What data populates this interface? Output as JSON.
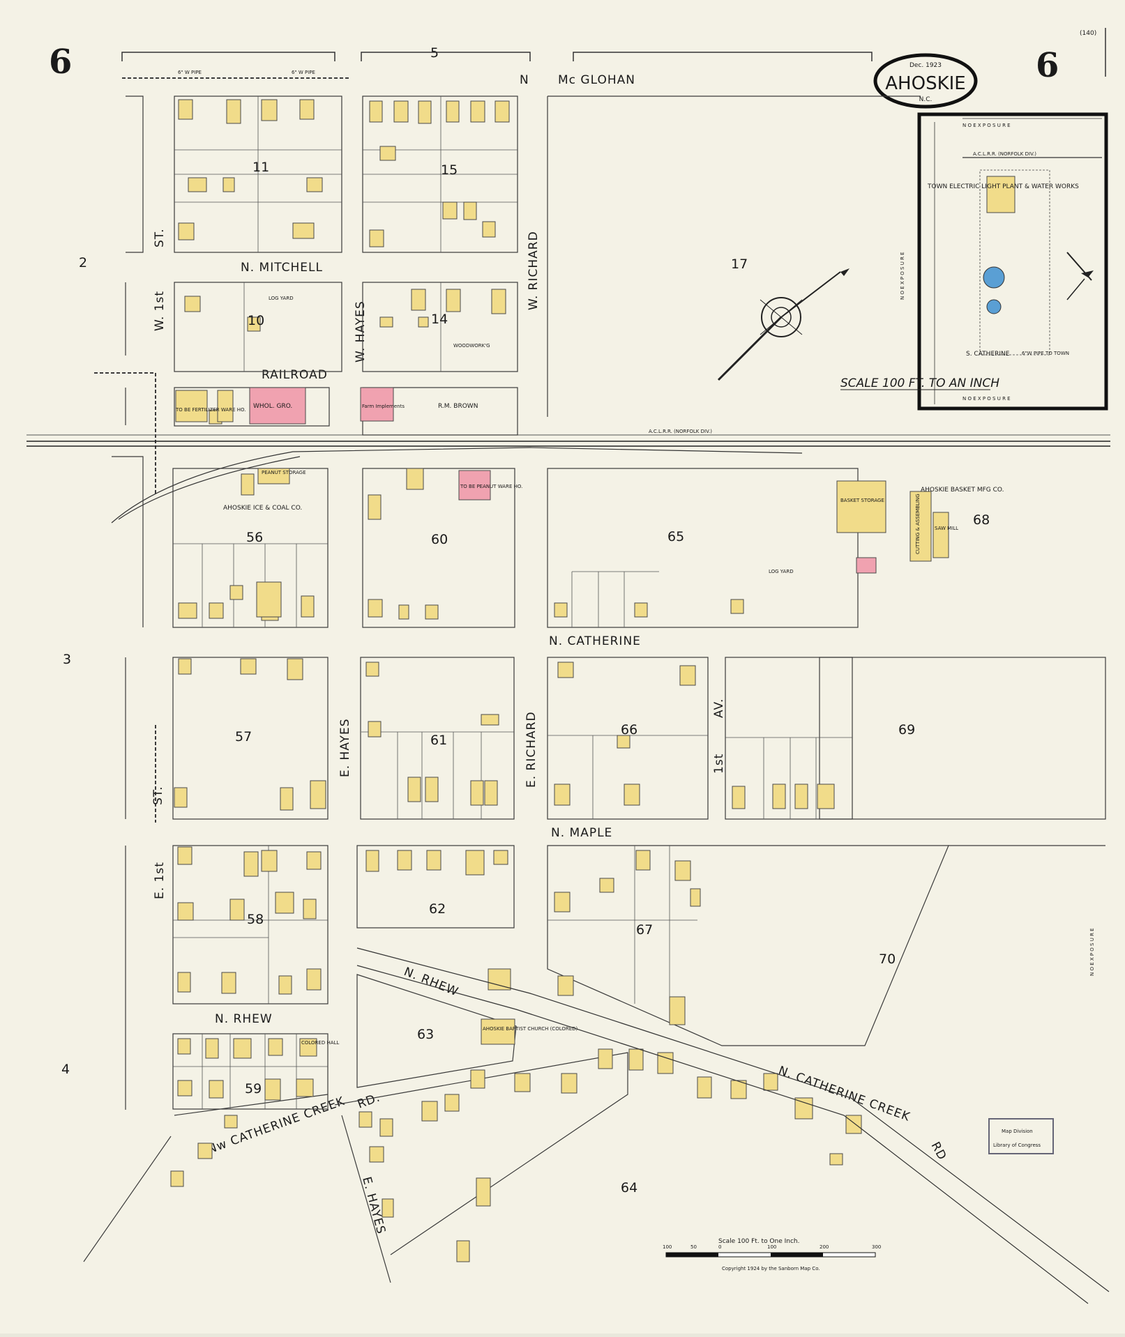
{
  "header": {
    "sheet_number_left": "6",
    "sheet_number_right": "6",
    "page_ref": "(140)",
    "date": "Dec. 1923",
    "town": "AHOSKIE",
    "state": "N.C.",
    "grid_column_5": "5",
    "north_mark": "N",
    "rows": [
      "2",
      "3",
      "4"
    ]
  },
  "streets": {
    "mcglohan": "Mc GLOHAN",
    "n_mitchell": "N. MITCHELL",
    "railroad": "RAILROAD",
    "n_catherine": "N. CATHERINE",
    "n_maple": "N. MAPLE",
    "n_rhew": "N. RHEW",
    "n_rhew_2": "N. RHEW",
    "n_catherine_creek_rd": "N. CATHERINE CREEK",
    "rd": "RD",
    "nw_catherine_creek": "Nw CATHERINE CREEK",
    "rd_small": "RD.",
    "w_first_st": "W. 1st",
    "st_1": "ST.",
    "st_2": "ST.",
    "e_first_st": "E. 1st",
    "w_hayes": "W. HAYES",
    "e_hayes": "E. HAYES",
    "e_hayes_2": "E. HAYES",
    "w_richard": "W. RICHARD",
    "e_richard": "E. RICHARD",
    "first_av": "1st",
    "av": "AV.",
    "s_catherine": "S. CATHERINE",
    "railroad_line": "A.C.L.R.R. (NORFOLK DIV.)",
    "railroad_line_inset": "A.C.L.R.R. (NORFOLK DIV.)",
    "pipe_inset": "6\"W PIPE TO TOWN",
    "pipe_w": "6\" W PIPE",
    "pipe_w_2": "6\" W PIPE",
    "no_exposure": "N O   E X P O S U R E"
  },
  "blocks": [
    "11",
    "15",
    "17",
    "10",
    "14",
    "56",
    "60",
    "65",
    "68",
    "57",
    "61",
    "66",
    "69",
    "58",
    "62",
    "67",
    "70",
    "59",
    "63",
    "64"
  ],
  "businesses": {
    "basket_co": "AHOSKIE BASKET MFG CO.",
    "basket_storage": "BASKET STORAGE",
    "ice_coal": "AHOSKIE ICE & COAL CO.",
    "brown": "R.M. BROWN",
    "electric": "TOWN ELECTRIC LIGHT PLANT & WATER WORKS",
    "church": "AHOSKIE BAPTIST CHURCH (COLORED)",
    "peanut_storage": "PEANUT STORAGE",
    "peanut_whse": "TO BE PEANUT WARE HO.",
    "fertilizer": "TO BE FERTILIZER WARE HO.",
    "whol_gro": "WHOL. GRO.",
    "farm_impl": "Farm Implements",
    "log_yard_1": "LOG YARD",
    "log_yard_2": "LOG YARD",
    "woodworking": "WOODWORK'G",
    "cutting_assembling": "CUTTING & ASSEMBLING",
    "saw_mill": "SAW MILL",
    "colored_hall": "COLORED HALL"
  },
  "scale": {
    "inset_scale": "SCALE 100 FT. TO AN INCH",
    "bar_title": "Scale 100 Ft. to One Inch.",
    "ticks": [
      "100",
      "50",
      "0",
      "100",
      "200",
      "300"
    ],
    "copyright": "Copyright 1924 by the Sanborn Map Co."
  },
  "stamp": {
    "line1": "Map Division",
    "line2": "Library of Congress"
  },
  "colors": {
    "paper": "#f4f2e6",
    "frame_dwelling": "#f1dc8a",
    "brick": "#f0a2b0",
    "concrete": "#5a9fd4",
    "ink": "#1a1a1a"
  }
}
